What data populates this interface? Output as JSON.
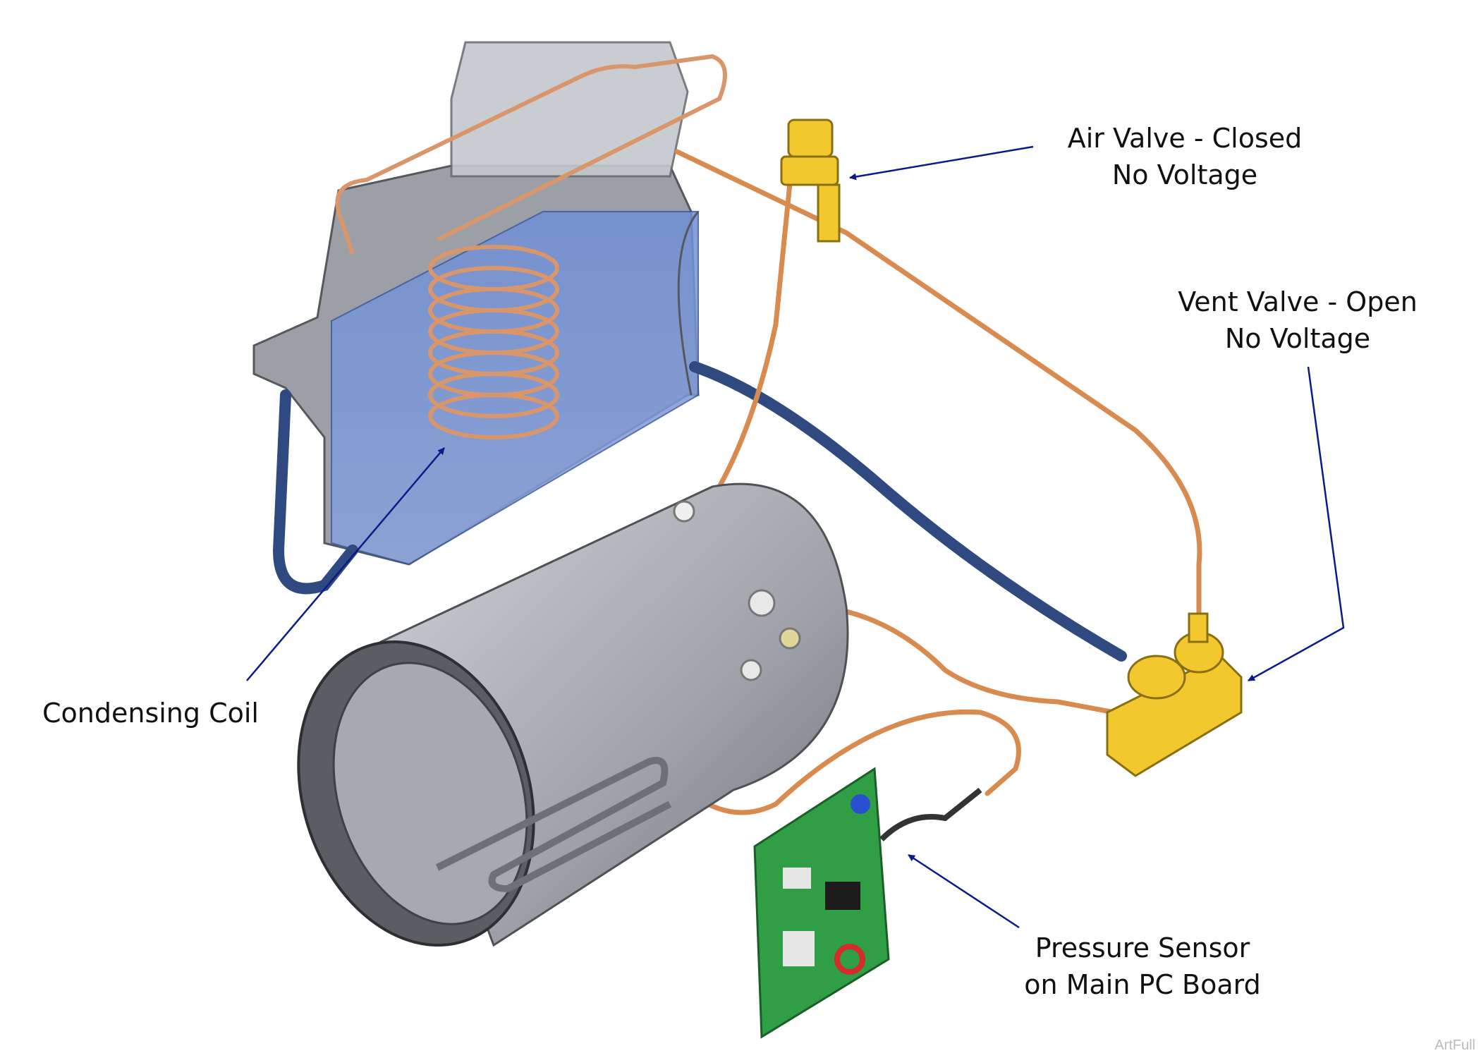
{
  "labels": {
    "air_valve": {
      "line1": "Air Valve - Closed",
      "line2": "No Voltage"
    },
    "vent_valve": {
      "line1": "Vent Valve - Open",
      "line2": "No Voltage"
    },
    "condensing_coil": {
      "line1": "Condensing Coil"
    },
    "pressure_sensor": {
      "line1": "Pressure Sensor",
      "line2": "on Main PC Board"
    }
  },
  "watermark": "ArtFull",
  "colors": {
    "pointer": "#0a1a8c",
    "water": "#6f8fd6",
    "copper": "#d98a4e",
    "hose": "#2f4a80",
    "brass": "#f2c82e",
    "chamber": "#b9bcc2",
    "board": "#2f9e44"
  }
}
